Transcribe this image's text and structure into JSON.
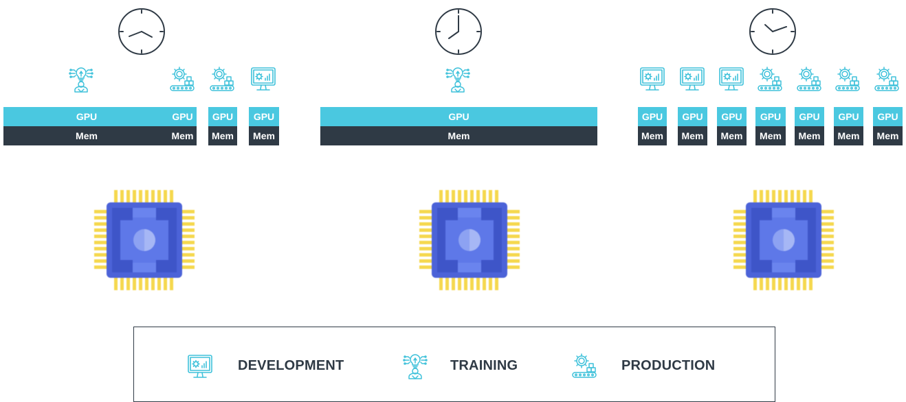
{
  "colors": {
    "gpu": "#4AC8E0",
    "mem": "#2F3A45",
    "icon": "#3EC1DA",
    "chip_body": "#4C63D8",
    "chip_pins": "#F5D84E"
  },
  "columns": [
    {
      "clock_icon": "clock-icon",
      "workloads": [
        {
          "type": "training",
          "gpu_label": "GPU",
          "mem_label": "Mem"
        },
        {
          "type": "production",
          "gpu_label": "GPU",
          "mem_label": "Mem"
        },
        {
          "type": "production",
          "gpu_label": "GPU",
          "mem_label": "Mem"
        },
        {
          "type": "development",
          "gpu_label": "GPU",
          "mem_label": "Mem"
        }
      ]
    },
    {
      "clock_icon": "clock-icon",
      "workloads": [
        {
          "type": "training",
          "gpu_label": "GPU",
          "mem_label": "Mem"
        }
      ]
    },
    {
      "clock_icon": "clock-icon",
      "workloads": [
        {
          "type": "development",
          "gpu_label": "GPU",
          "mem_label": "Mem"
        },
        {
          "type": "development",
          "gpu_label": "GPU",
          "mem_label": "Mem"
        },
        {
          "type": "development",
          "gpu_label": "GPU",
          "mem_label": "Mem"
        },
        {
          "type": "production",
          "gpu_label": "GPU",
          "mem_label": "Mem"
        },
        {
          "type": "production",
          "gpu_label": "GPU",
          "mem_label": "Mem"
        },
        {
          "type": "production",
          "gpu_label": "GPU",
          "mem_label": "Mem"
        },
        {
          "type": "production",
          "gpu_label": "GPU",
          "mem_label": "Mem"
        }
      ]
    }
  ],
  "legend": {
    "development": "DEVELOPMENT",
    "training": "TRAINING",
    "production": "PRODUCTION"
  }
}
